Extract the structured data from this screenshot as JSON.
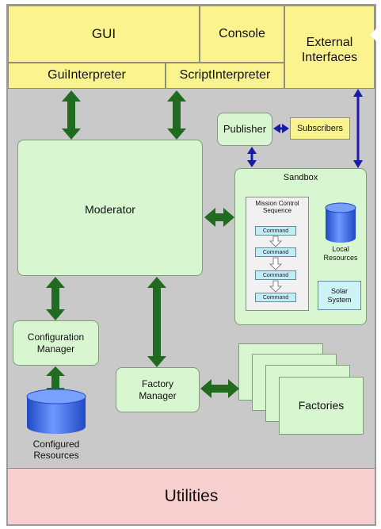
{
  "top_bar": {
    "gui": "GUI",
    "console": "Console",
    "external_interfaces": "External\nInterfaces",
    "gui_interpreter": "GuiInterpreter",
    "script_interpreter": "ScriptInterpreter"
  },
  "modules": {
    "moderator": "Moderator",
    "publisher": "Publisher",
    "subscribers": "Subscribers",
    "sandbox": "Sandbox",
    "mission_control_sequence": "Mission Control\nSequence",
    "commands": [
      "Command",
      "Command",
      "Command",
      "Command"
    ],
    "local_resources": "Local\nResources",
    "solar_system": "Solar\nSystem",
    "configuration_manager": "Configuration\nManager",
    "configured_resources": "Configured\nResources",
    "factory_manager": "Factory\nManager",
    "factories": "Factories",
    "utilities": "Utilities"
  },
  "colors": {
    "interface_yellow": "#fbf38d",
    "module_green": "#d8f7d0",
    "arrow_green": "#1f6b1f",
    "arrow_blue": "#1a1aa8",
    "cylinder_blue": "#2d5fe0",
    "utilities_pink": "#f8cfcf",
    "background_gray": "#c9c9c9"
  }
}
